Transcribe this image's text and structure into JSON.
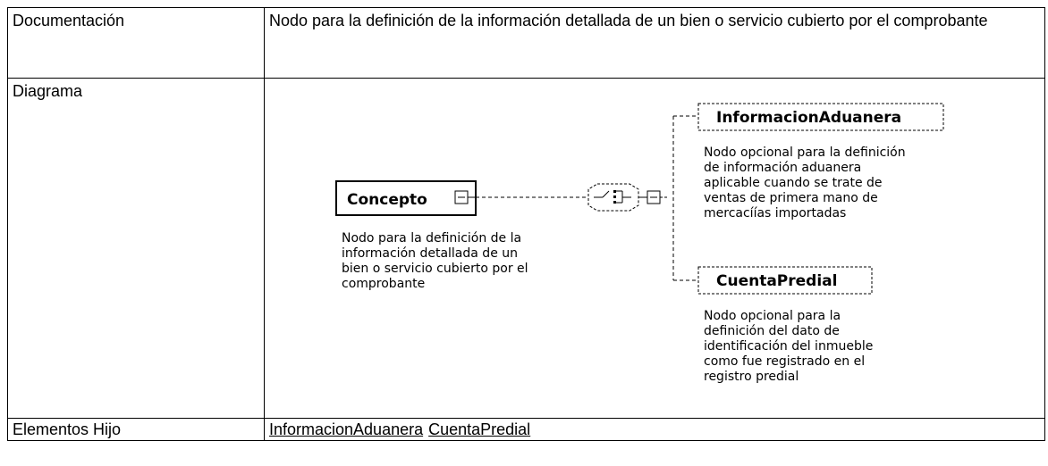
{
  "rows": {
    "documentacion": {
      "label": "Documentación",
      "value": "Nodo para la definición de la información detallada de un bien o servicio cubierto por el comprobante"
    },
    "diagrama": {
      "label": "Diagrama"
    },
    "hijos": {
      "label": "Elementos Hijo",
      "links": [
        "InformacionAduanera",
        "CuentaPredial"
      ]
    }
  },
  "diagram": {
    "root": {
      "name": "Concepto",
      "desc": [
        "Nodo para la definición de la",
        "información detallada de un",
        "bien o servicio cubierto por el",
        "comprobante"
      ]
    },
    "children": [
      {
        "name": "InformacionAduanera",
        "desc": [
          "Nodo opcional para la definición",
          "de información aduanera",
          "aplicable cuando se trate de",
          "ventas de primera mano de",
          "mercacíías importadas"
        ]
      },
      {
        "name": "CuentaPredial",
        "desc": [
          "Nodo opcional para la",
          "definición del dato de",
          "identificación del inmueble",
          "como fue registrado en el",
          "registro predial"
        ]
      }
    ]
  }
}
